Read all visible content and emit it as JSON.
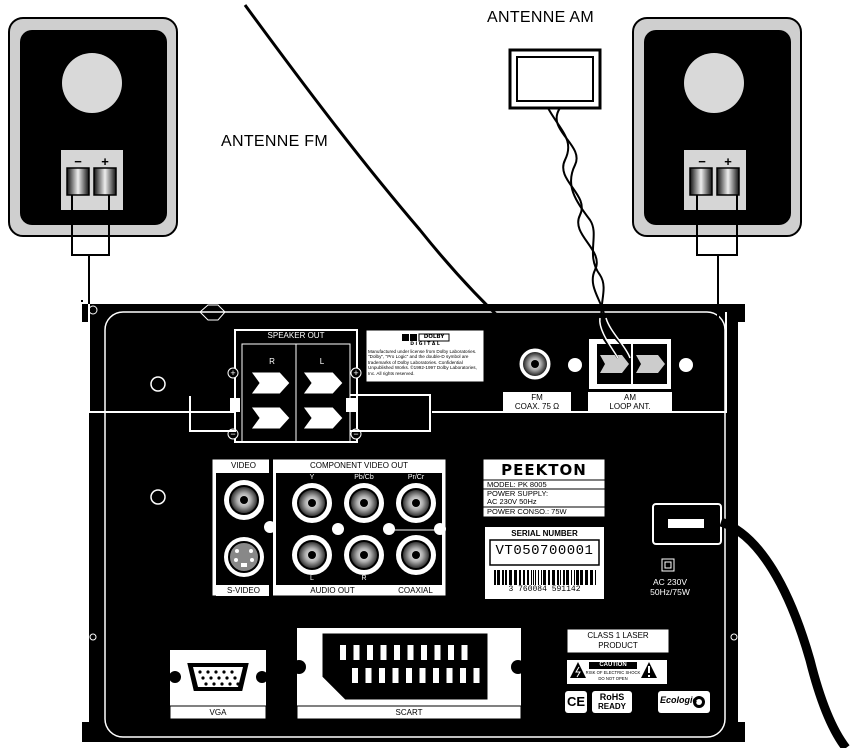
{
  "labels": {
    "antenna_am": "ANTENNE AM",
    "antenna_fm": "ANTENNE FM",
    "speaker_out": "SPEAKER OUT",
    "right": "R",
    "left": "L",
    "fm_line1": "FM",
    "fm_line2": "COAX. 75 Ω",
    "am_line1": "AM",
    "am_line2": "LOOP ANT.",
    "video": "VIDEO",
    "component_video_out": "COMPONENT VIDEO OUT",
    "y": "Y",
    "pb_cb": "Pb/Cb",
    "pr_cr": "Pr/Cr",
    "s_video": "S-VIDEO",
    "audio_out": "AUDIO OUT",
    "audio_l": "L",
    "audio_r": "R",
    "coaxial": "COAXIAL",
    "vga": "VGA",
    "scart": "SCART",
    "ac_line1": "AC 230V",
    "ac_line2": "50Hz/75W"
  },
  "dolby": {
    "brand": "DOLBY",
    "sub": "D I G I T A L",
    "notice": "Manufactured under license from Dolby Laboratories. \"Dolby\", \"Pro Logic\" and the double-D symbol are trademarks of Dolby Laboratories. Confidential Unpublished Works. ©1992-1997 Dolby Laboratories, Inc. All rights reserved."
  },
  "rating_plate": {
    "brand": "PEEKTON",
    "model": "MODEL: PK 8005",
    "supply_1": "POWER SUPPLY:",
    "supply_2": "AC 230V 50Hz",
    "consumption": "POWER CONSO.: 75W"
  },
  "serial": {
    "title": "SERIAL NUMBER",
    "number": "VT050700001",
    "barcode_digits": "3 760084 591142"
  },
  "laser": {
    "line1": "CLASS 1 LASER",
    "line2": "PRODUCT"
  },
  "caution": {
    "title": "CAUTION",
    "line1": "RISK OF ELECTRIC SHOCK",
    "line2": "DO NOT OPEN"
  },
  "marks": {
    "ce": "CE",
    "rohs_1": "RoHS",
    "rohs_2": "READY",
    "ecologic": "Ecologic"
  },
  "speaker_terminals": {
    "minus": "−",
    "plus": "+"
  }
}
